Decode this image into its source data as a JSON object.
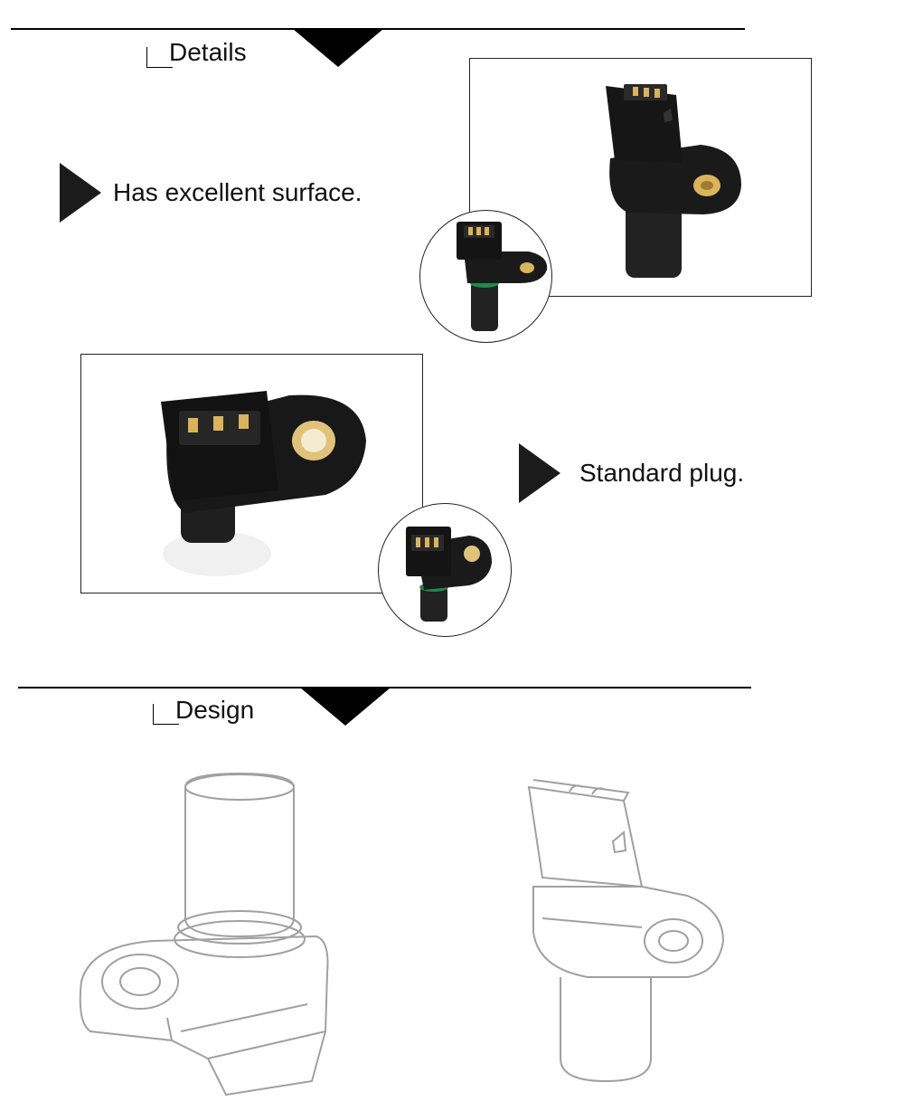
{
  "sections": {
    "details": {
      "title": "Details"
    },
    "design": {
      "title": "Design"
    }
  },
  "features": [
    {
      "text": "Has excellent surface."
    },
    {
      "text": "Standard plug."
    }
  ],
  "colors": {
    "rule": "#000000",
    "sensor_body": "#1d1d1d",
    "seal_ring": "#1f8a4a",
    "brass_insert": "#d9b45a",
    "sketch_line": "#9a9a9a"
  },
  "icons": [
    "pointer-triangle-icon",
    "notch-triangle-icon"
  ]
}
